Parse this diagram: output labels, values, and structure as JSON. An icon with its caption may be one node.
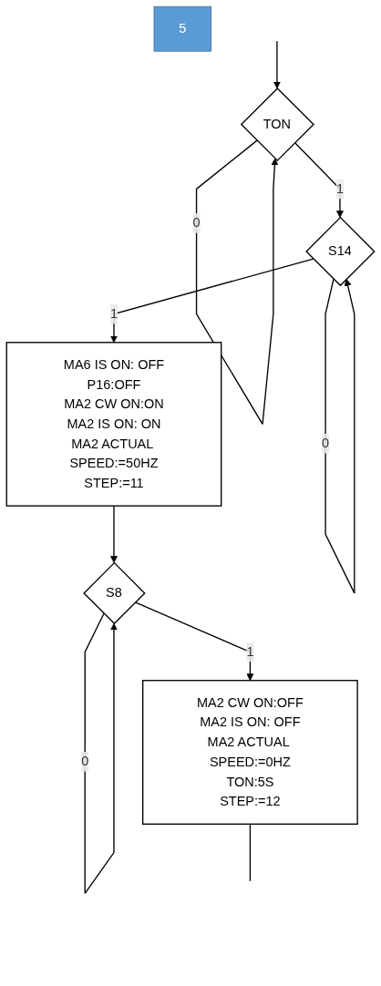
{
  "diagram": {
    "nodes": [
      {
        "text": [
          "TON"
        ]
      },
      {
        "text": [
          "S14"
        ]
      },
      {
        "text": [
          "MA6 IS ON: OFF",
          "P16:OFF",
          "MA2 CW ON:ON",
          "MA2 IS ON: ON",
          "MA2 ACTUAL SPEED:=50HZ",
          "STEP:=11"
        ]
      },
      {
        "text": [
          "5"
        ]
      },
      {
        "text": [
          "S8"
        ]
      },
      {
        "text": [
          "MA2 CW ON:OFF",
          "MA2 IS ON: OFF",
          "MA2 ACTUAL SPEED:=0HZ",
          "TON:5S",
          "STEP:=12"
        ]
      }
    ],
    "edges": [
      {
        "from": null,
        "to": 0,
        "arrow": "to"
      },
      {
        "from": 0,
        "to": 0,
        "label": "0",
        "arrow": "to"
      },
      {
        "from": 0,
        "to": 1,
        "label": "1",
        "arrow": "to"
      },
      {
        "from": 1,
        "to": 1,
        "label": "0",
        "arrow": "to"
      },
      {
        "from": 1,
        "to": 2,
        "label": "1",
        "arrow": "to"
      },
      {
        "from": 2,
        "to": 4,
        "arrow": "to"
      },
      {
        "from": 4,
        "to": 4,
        "label": "0",
        "arrow": "to"
      },
      {
        "from": 4,
        "to": 5,
        "label": "1",
        "arrow": "to"
      },
      {
        "from": 5,
        "to": null,
        "arrow": "none"
      }
    ]
  }
}
